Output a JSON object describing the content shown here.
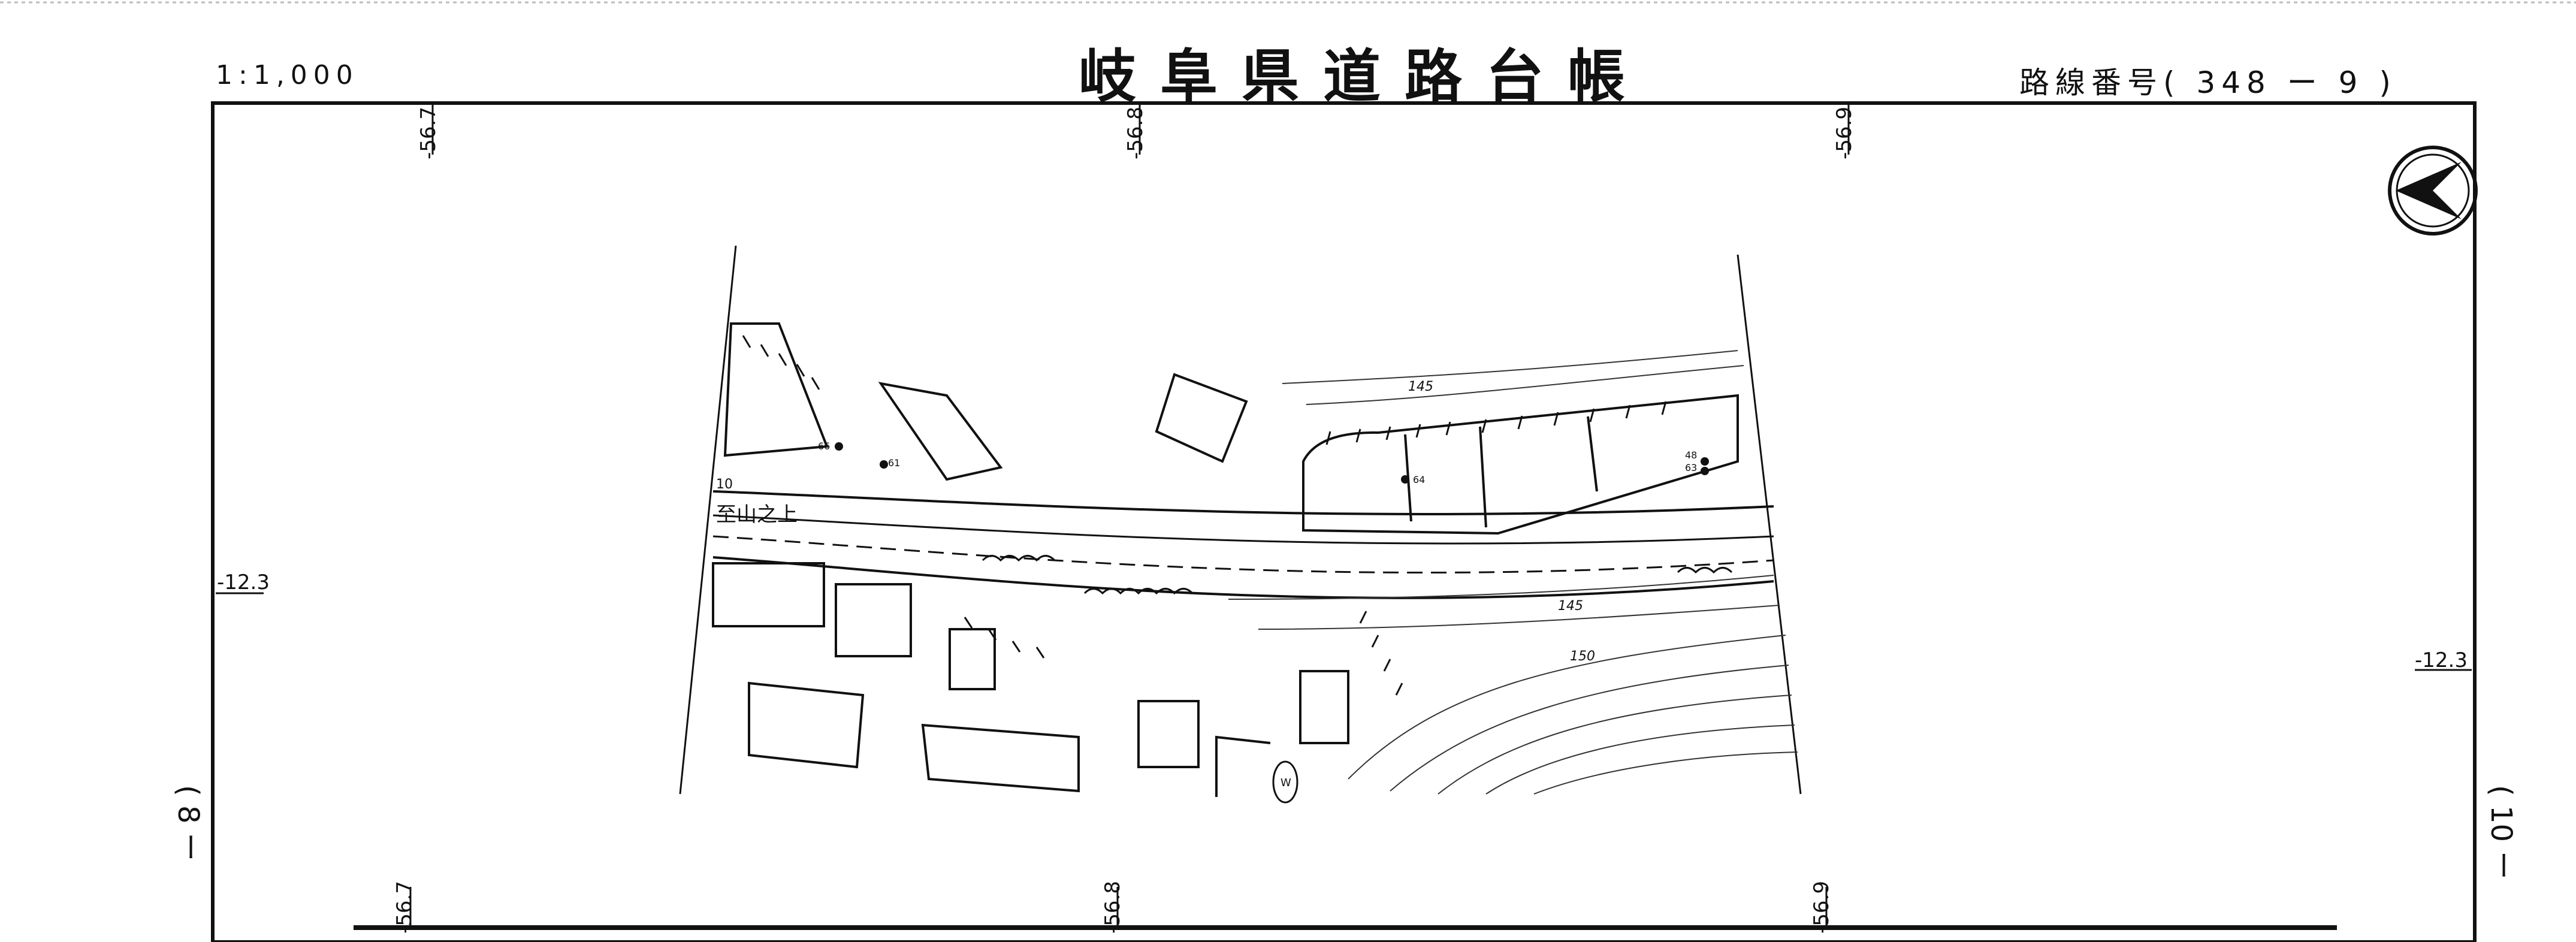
{
  "header": {
    "title": "岐阜県道路台帳",
    "scale": "1:1,000",
    "route_number": "路線番号( 348 ー 9 )"
  },
  "page_marks": {
    "left": "( 8 ー",
    "right": "( 10 ー"
  },
  "grid": {
    "top_x_labels": [
      "-56.7",
      "-56.8",
      "-56.9"
    ],
    "bottom_x_labels": [
      "-56.7",
      "-56.8",
      "-56.9"
    ],
    "left_y_label": "-12.3",
    "right_y_label": "-12.3"
  },
  "map_labels": {
    "destination": "至山之上",
    "contour_145_upper": "145",
    "contour_145_lower": "145",
    "contour_150": "150",
    "point_66": "66",
    "point_61": "61",
    "point_64": "64",
    "point_48": "48",
    "point_63": "63",
    "kp_10": "10",
    "well_mark": "W"
  },
  "icons": {
    "north_arrow": "north-arrow-icon"
  }
}
